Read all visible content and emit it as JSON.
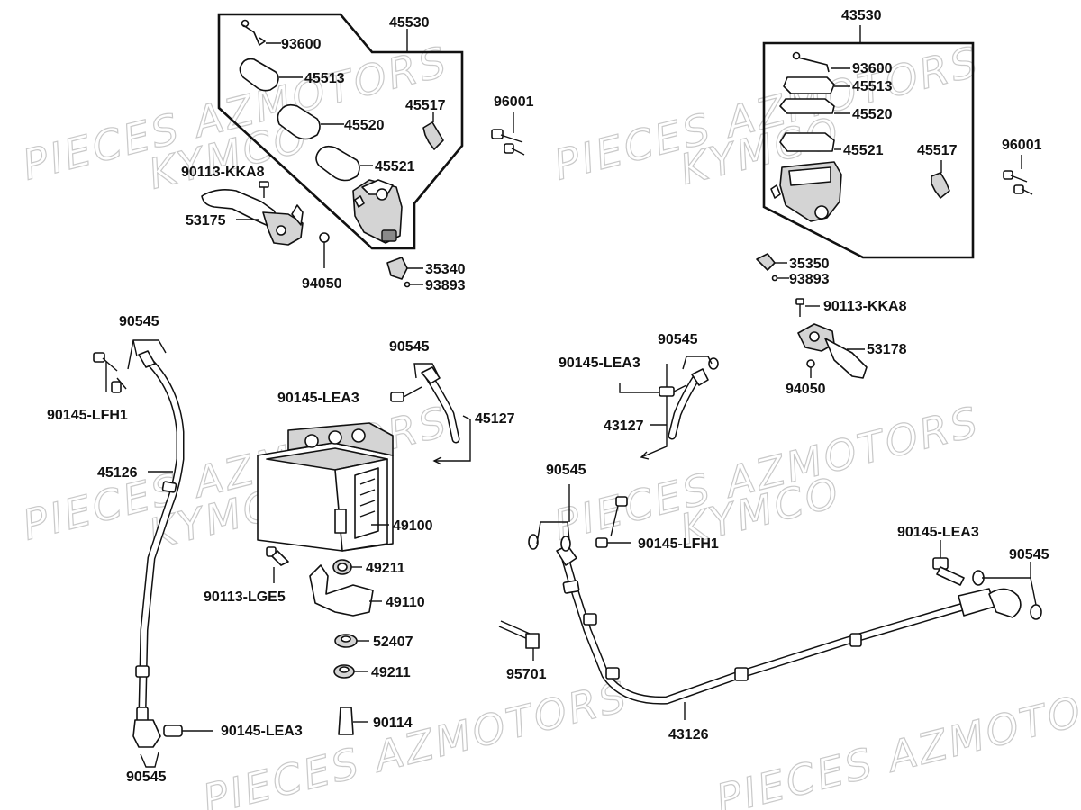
{
  "watermarks": [
    "PIECES AZMOTORS",
    "KYMCO"
  ],
  "labels": {
    "l45530": "45530",
    "l93600a": "93600",
    "l45513a": "45513",
    "l45517a": "45517",
    "l45520a": "45520",
    "l45521a": "45521",
    "l90113kka8a": "90113-KKA8",
    "l53175": "53175",
    "l94050a": "94050",
    "l35340": "35340",
    "l93893a": "93893",
    "l96001a": "96001",
    "l43530": "43530",
    "l93600b": "93600",
    "l45513b": "45513",
    "l45520b": "45520",
    "l45521b": "45521",
    "l45517b": "45517",
    "l96001b": "96001",
    "l35350": "35350",
    "l93893b": "93893",
    "l90113kka8b": "90113-KKA8",
    "l53178": "53178",
    "l94050b": "94050",
    "l90545a": "90545",
    "l90145lfh1a": "90145-LFH1",
    "l45126": "45126",
    "l90145lea3a": "90145-LEA3",
    "l90545b": "90545",
    "l90545c": "90545",
    "l90145lea3b": "90145-LEA3",
    "l45127": "45127",
    "l49100": "49100",
    "l49211a": "49211",
    "l90113lge5": "90113-LGE5",
    "l49110": "49110",
    "l52407": "52407",
    "l49211b": "49211",
    "l90114": "90114",
    "l90545d": "90545",
    "l90145lea3c": "90145-LEA3",
    "l43127": "43127",
    "l90545e": "90545",
    "l90145lfh1b": "90145-LFH1",
    "l95701": "95701",
    "l43126": "43126",
    "l90145lea3d": "90145-LEA3",
    "l90545f": "90545"
  }
}
